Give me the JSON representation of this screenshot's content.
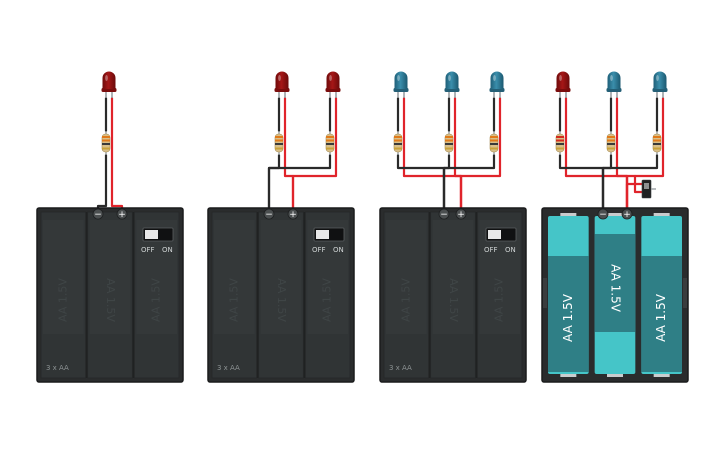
{
  "colors": {
    "background": "#ffffff",
    "holder_body": "#2a2c2d",
    "holder_edge": "#1a1b1c",
    "slot_dark": "#303435",
    "slot_light": "#363b3c",
    "wire_red": "#e0242b",
    "wire_black": "#2a2a2a",
    "led_red": "#8c1010",
    "led_blue": "#2d7a96",
    "resistor_body": "#d9c08a",
    "battery_cyan": "#45c5c8",
    "battery_dark_teal": "#2f7f86",
    "switch_off": "#e8e8e8",
    "text_light": "#cfd3d4"
  },
  "circuits": [
    {
      "id": "circuit-1",
      "leds": [
        "red"
      ],
      "holder_label": "3 x AA",
      "has_switch": true,
      "switch_off_label": "OFF",
      "switch_on_label": "ON",
      "cover": "closed",
      "cell_label": "AA 1.5V",
      "minus_symbol": "−",
      "plus_symbol": "+"
    },
    {
      "id": "circuit-2",
      "leds": [
        "red",
        "red"
      ],
      "holder_label": "3 x AA",
      "has_switch": true,
      "switch_off_label": "OFF",
      "switch_on_label": "ON",
      "cover": "closed",
      "cell_label": "AA 1.5V",
      "minus_symbol": "−",
      "plus_symbol": "+"
    },
    {
      "id": "circuit-3",
      "leds": [
        "blue",
        "blue",
        "blue"
      ],
      "holder_label": "3 x AA",
      "has_switch": true,
      "switch_off_label": "OFF",
      "switch_on_label": "ON",
      "cover": "closed",
      "cell_label": "AA 1.5V",
      "minus_symbol": "−",
      "plus_symbol": "+"
    },
    {
      "id": "circuit-4",
      "leds": [
        "red",
        "blue",
        "blue"
      ],
      "holder_label": "",
      "has_switch": false,
      "external_switch": true,
      "cover": "open",
      "cell_label": "AA 1.5V",
      "minus_symbol": "−",
      "plus_symbol": "+"
    }
  ]
}
